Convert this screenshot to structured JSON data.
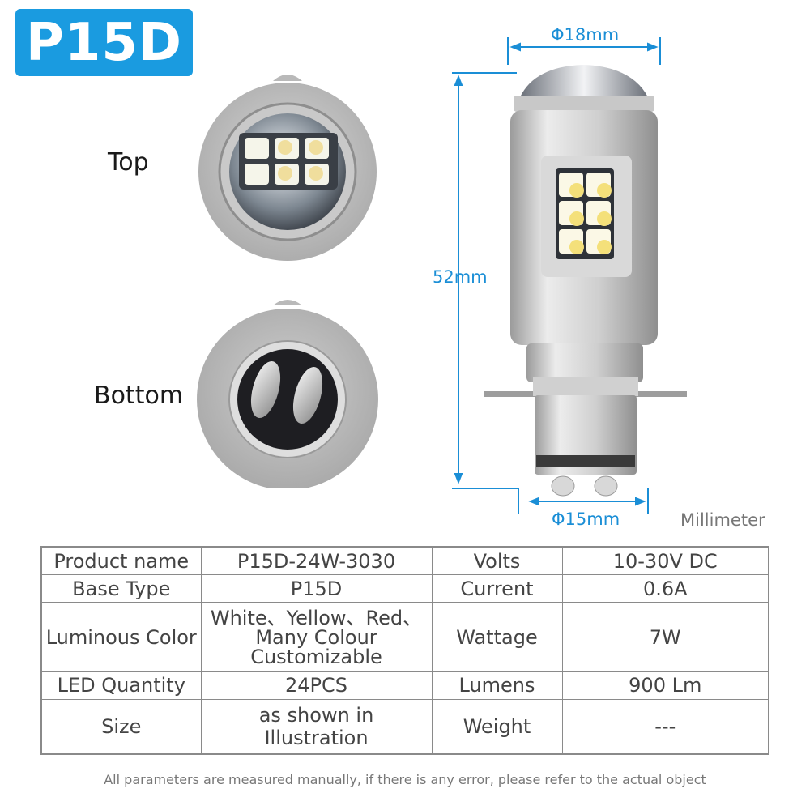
{
  "badge": "P15D",
  "views": {
    "top": "Top",
    "bottom": "Bottom"
  },
  "dimensions": {
    "top_diameter": "Φ18mm",
    "height": "52mm",
    "base_diameter": "Φ15mm",
    "unit": "Millimeter"
  },
  "specs": [
    {
      "label": "Product name",
      "value": "P15D-24W-3030",
      "label2": "Volts",
      "value2": "10-30V DC"
    },
    {
      "label": "Base Type",
      "value": "P15D",
      "label2": "Current",
      "value2": "0.6A"
    },
    {
      "label": "Luminous Color",
      "value_line1": "White、Yellow、Red、",
      "value_line2": "Many Colour Customizable",
      "label2": "Wattage",
      "value2": "7W"
    },
    {
      "label": "LED  Quantity",
      "value": "24PCS",
      "label2": "Lumens",
      "value2": "900 Lm"
    },
    {
      "label": "Size",
      "value": "as shown in Illustration",
      "label2": "Weight",
      "value2": "---"
    }
  ],
  "footnote": "All parameters are measured manually, if there is any error, please refer to the actual object",
  "colors": {
    "accent": "#1a9be0",
    "dimension": "#1a8ed6"
  }
}
